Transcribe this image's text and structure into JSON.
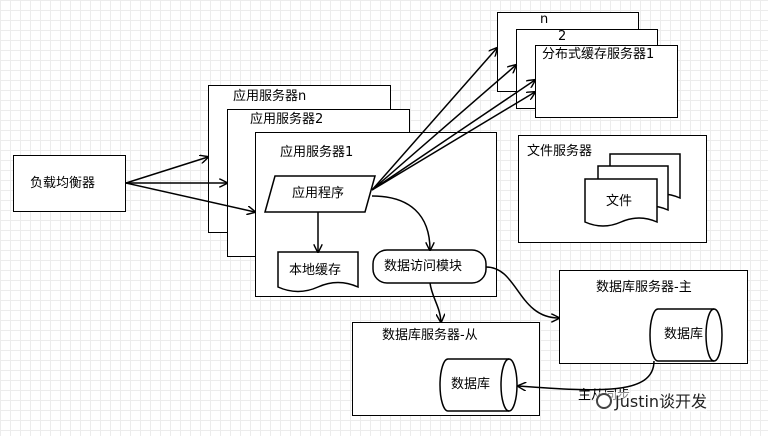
{
  "nodes": {
    "load_balancer": "负载均衡器",
    "app_server_n": "应用服务器n",
    "app_server_2": "应用服务器2",
    "app_server_1": "应用服务器1",
    "application": "应用程序",
    "local_cache": "本地缓存",
    "data_access_module": "数据访问模块",
    "cache_server_n": "n",
    "cache_server_2": "2",
    "cache_server_1": "分布式缓存服务器1",
    "file_server": "文件服务器",
    "file": "文件",
    "db_master_server": "数据库服务器-主",
    "db_master": "数据库",
    "db_slave_server": "数据库服务器-从",
    "db_slave": "数据库"
  },
  "edges": {
    "replication": "主从同步"
  },
  "watermark": {
    "text": "Justin谈开发"
  }
}
